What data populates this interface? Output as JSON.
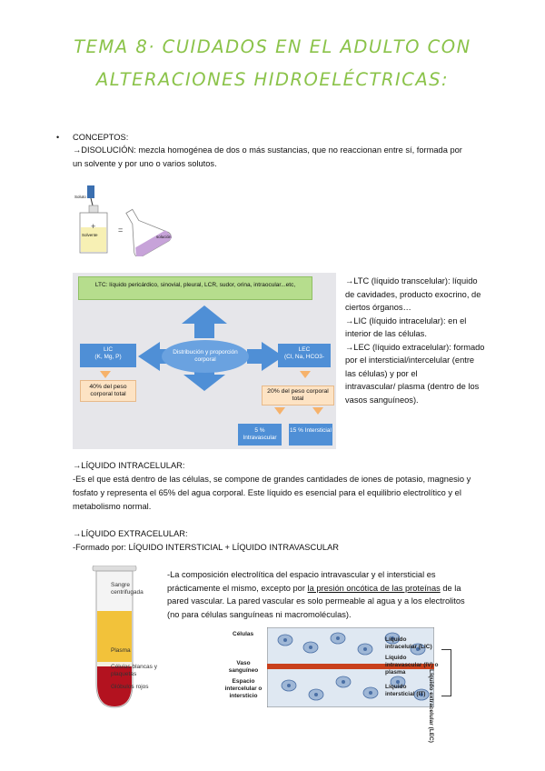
{
  "title": {
    "line1": "TEMA 8· CUIDADOS EN EL ADULTO CON",
    "line2": "ALTERACIONES HIDROELÉCTRICAS:"
  },
  "conceptos": {
    "bullet": "•",
    "heading": "CONCEPTOS:",
    "disolucion_line1": "→DISOLUCIÓN: mezcla homogénea de dos o más sustancias, que no reaccionan entre sí, formada por",
    "disolucion_line2": "un solvente y por uno o varios solutos."
  },
  "solution_figure": {
    "soluto": "Soluto",
    "solvente": "Solvente",
    "plus": "+",
    "equals": "=",
    "solucion": "solución"
  },
  "distribution_diagram": {
    "top_box": "LTC: líquido pericárdico, sinovial, pleural, LCR, sudor, orina, intraocular...etc,",
    "center": "Distribución y proporción corporal",
    "lic_title": "LIC",
    "lic_ions": "(K, Mg, P)",
    "lec_title": "LEC",
    "lec_ions": "(Cl, Na, HCO3-",
    "lic_pct": "40% del peso corporal total",
    "lec_pct": "20% del peso corporal total",
    "intravascular": "5 % Intravascular",
    "intersticial": "15 % Intersticial"
  },
  "side_text": [
    "→LTC (líquido transcelular): líquido",
    "de cavidades, producto exocrino, de",
    "ciertos órganos…",
    "→LIC (líquido intracelular): en el",
    "interior de las células.",
    "→LEC (líquido extracelular): formado",
    "por el intersticial/intercelular (entre",
    "las células) y por el",
    "intravascular/ plasma (dentro de los",
    "vasos sanguíneos)."
  ],
  "intracelular": {
    "heading": "→LÍQUIDO INTRACELULAR:",
    "line1": "-Es el que está dentro de las células, se compone de grandes cantidades de iones de potasio, magnesio y",
    "line2": "fosfato y representa el 65% del agua corporal. Este líquido es esencial para el equilibrio electrolítico y el",
    "line3": "metabolismo normal."
  },
  "extracelular": {
    "heading": "→LÍQUIDO EXTRACELULAR:",
    "line1": "-Formado por: LÍQUIDO INTERSTICIAL + LÍQUIDO INTRAVASCULAR"
  },
  "composicion": {
    "line1": "-La composición electrolítica del espacio intravascular y el intersticial es",
    "line2_a": "prácticamente el mismo, excepto por ",
    "line2_u": "la presión oncótica de las proteínas",
    "line2_b": " de la",
    "line3": "pared vascular. La pared vascular es solo permeable al agua y a los electrolitos",
    "line4": "(no para células sanguíneas ni macromoléculas)."
  },
  "tube_labels": {
    "sangre": "Sangre centrifugada",
    "plasma": "Plasma",
    "celulas": "Células blancas y plaquetas",
    "globulos": "Glóbulos rojos"
  },
  "cell_diagram": {
    "celulas": "Células",
    "vaso": "Vaso sanguíneo",
    "espacio": "Espacio intercelular o intersticio",
    "lic": "Líquido intracelular (LIC)",
    "iv": "Líquido intravascular (IV) o plasma",
    "it": "Líquido intersticial (IT)",
    "lec_side": "Líquido extracelular (LEC)"
  },
  "colors": {
    "title": "#8bc34a",
    "blue_box": "#4f8fd6",
    "green_box": "#b6dd8d",
    "blood": "#b3121f",
    "plasma": "#f2c23a"
  }
}
